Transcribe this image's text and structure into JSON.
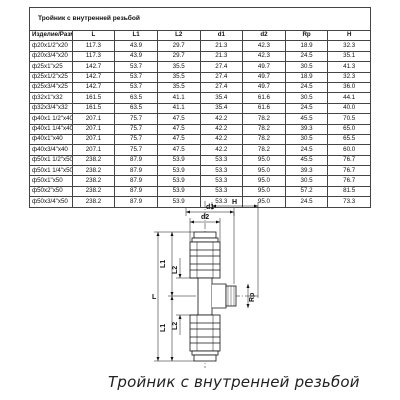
{
  "table": {
    "title": "Тройник с внутренней резьбой",
    "headers": [
      "Изделие/Размер",
      "L",
      "L1",
      "L2",
      "d1",
      "d2",
      "Rp",
      "H"
    ],
    "rows": [
      [
        "ф20х1/2\"х20",
        "117.3",
        "43.9",
        "29.7",
        "21.3",
        "42.3",
        "18.9",
        "32.3"
      ],
      [
        "ф20х3/4\"х20",
        "117.3",
        "43.9",
        "29.7",
        "21.3",
        "42.3",
        "24.5",
        "35.1"
      ],
      [
        "ф25х1\"х25",
        "142.7",
        "53.7",
        "35.5",
        "27.4",
        "49.7",
        "30.5",
        "41.3"
      ],
      [
        "ф25х1/2\"х25",
        "142.7",
        "53.7",
        "35.5",
        "27.4",
        "49.7",
        "18.9",
        "32.3"
      ],
      [
        "ф25х3/4\"х25",
        "142.7",
        "53.7",
        "35.5",
        "27.4",
        "49.7",
        "24.5",
        "36.0"
      ],
      [
        "ф32х1\"х32",
        "161.5",
        "63.5",
        "41.1",
        "35.4",
        "61.6",
        "30.5",
        "44.1"
      ],
      [
        "ф32х3/4\"х32",
        "161.5",
        "63.5",
        "41.1",
        "35.4",
        "61.6",
        "24.5",
        "40.0"
      ],
      [
        "ф40х1 1/2\"х40",
        "207.1",
        "75.7",
        "47.5",
        "42.2",
        "78.2",
        "45.5",
        "70.5"
      ],
      [
        "ф40х1 1/4\"х40",
        "207.1",
        "75.7",
        "47.5",
        "42.2",
        "78.2",
        "39.3",
        "65.0"
      ],
      [
        "ф40х1\"х40",
        "207.1",
        "75.7",
        "47.5",
        "42.2",
        "78.2",
        "30.5",
        "65.5"
      ],
      [
        "ф40х3/4\"х40",
        "207.1",
        "75.7",
        "47.5",
        "42.2",
        "78.2",
        "24.5",
        "60.0"
      ],
      [
        "ф50х1 1/2\"х50",
        "238.2",
        "87.9",
        "53.9",
        "53.3",
        "95.0",
        "45.5",
        "76.7"
      ],
      [
        "ф50х1 1/4\"х50",
        "238.2",
        "87.9",
        "53.9",
        "53.3",
        "95.0",
        "39.3",
        "76.7"
      ],
      [
        "ф50х1\"х50",
        "238.2",
        "87.9",
        "53.9",
        "53.3",
        "95.0",
        "30.5",
        "76.7"
      ],
      [
        "ф50х2\"х50",
        "238.2",
        "87.9",
        "53.9",
        "53.3",
        "95.0",
        "57.2",
        "81.5"
      ],
      [
        "ф50х3/4\"х50",
        "238.2",
        "87.9",
        "53.9",
        "53.3",
        "95.0",
        "24.5",
        "73.3"
      ]
    ]
  },
  "drawing": {
    "dim_labels": {
      "d1": "d1",
      "d2": "d2",
      "H": "H",
      "L": "L",
      "L1_top": "L1",
      "L2_top": "L2",
      "L1_bottom": "L1",
      "L2_bottom": "L2",
      "Rp": "Rp"
    }
  },
  "caption": "Тройник с внутренней резьбой"
}
